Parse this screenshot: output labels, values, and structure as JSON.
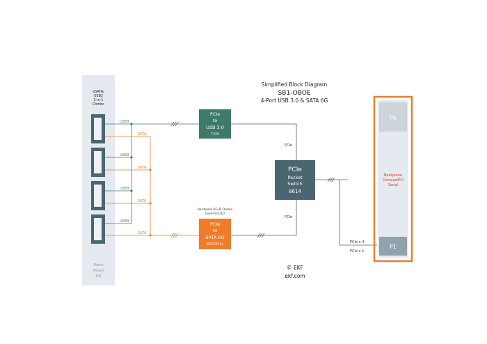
{
  "header": {
    "line1": "Simplified Block Diagram",
    "line2": "SB1-OBOE",
    "line3": "4-Port USB 3.0 & SATA 6G"
  },
  "front_panel": {
    "combo_label": [
      "eSATA/",
      "USB3",
      "3-in-1",
      "Combo"
    ],
    "footer": [
      "Front",
      "Panel",
      "I/O"
    ],
    "ports": [
      {
        "usb_label": "USB3",
        "sata_label": "SATA"
      },
      {
        "usb_label": "USB3",
        "sata_label": "SATA"
      },
      {
        "usb_label": "USB3",
        "sata_label": "SATA"
      },
      {
        "usb_label": "USB3",
        "sata_label": "SATA"
      }
    ]
  },
  "usb_chip": {
    "lines": [
      "PCIe",
      "to",
      "USB 3.0"
    ],
    "part": "7340"
  },
  "sata_chip": {
    "option": [
      "Hardware 6G-D Option",
      "Level 0/1/10"
    ],
    "lines": [
      "PCIe",
      "to",
      "SATA 6G"
    ],
    "part": "88SE923x"
  },
  "switch": {
    "title": "PCIe",
    "lines": [
      "Packet",
      "Switch",
      "8614"
    ]
  },
  "links": {
    "usb_to_switch": "PCIe",
    "sata_to_switch": "PCIe",
    "uplink_x4": "PCIe x 4",
    "uplink_x1": "PCIe x 1"
  },
  "backplane": {
    "top_connector": "P6",
    "labels": [
      "Backplane",
      "CompactPCI",
      "Serial"
    ],
    "bottom_connector": "P1"
  },
  "copyright": {
    "line1": "© EKF",
    "line2": "ekf.com"
  },
  "colors": {
    "green": "#3e7a6a",
    "orange": "#f07c2a",
    "slate": "#4a6670",
    "panel": "#e4eaef",
    "backplane_red": "#e03a1e"
  }
}
